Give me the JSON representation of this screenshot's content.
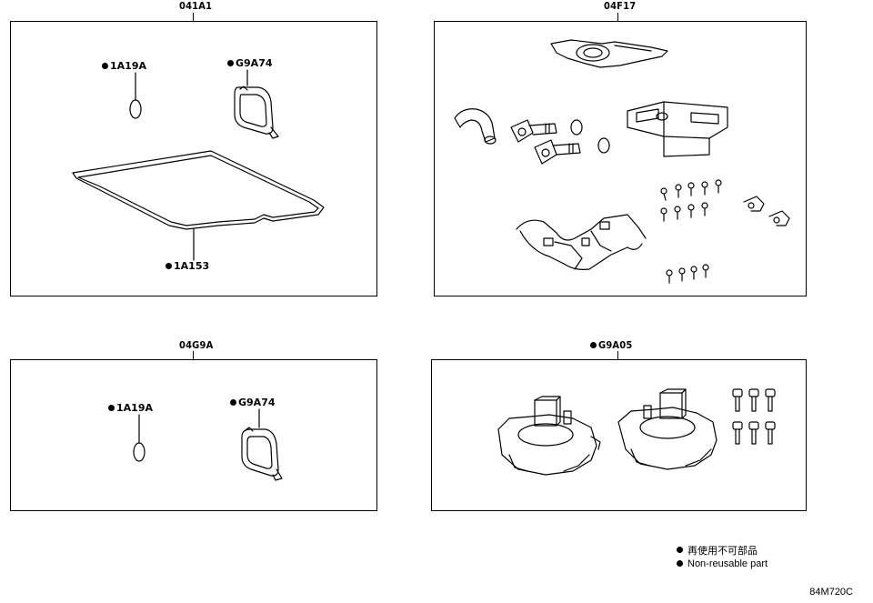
{
  "kits": [
    {
      "code": "041A1",
      "parts": [
        "1A19A",
        "G9A74",
        "1A153"
      ]
    },
    {
      "code": "04F17"
    },
    {
      "code": "04G9A",
      "parts": [
        "1A19A",
        "G9A74"
      ]
    },
    {
      "code": "G9A05"
    }
  ],
  "legend": {
    "japanese": "再使用不可部品",
    "english": "Non-reusable part"
  },
  "reference": "84M720C"
}
